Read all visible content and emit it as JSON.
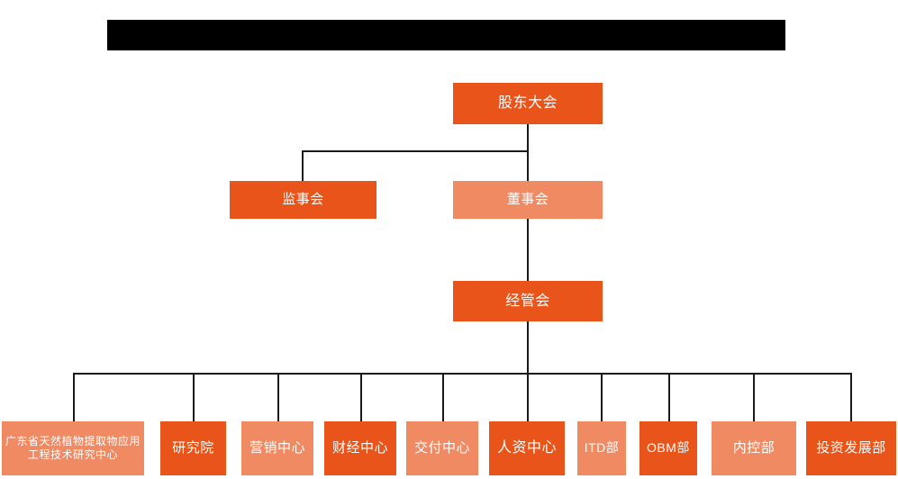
{
  "page": {
    "title_bar": {
      "name": "redacted-title-bar",
      "text": "",
      "color": "#000000"
    },
    "background": "#ffffff"
  },
  "theme": {
    "accent_dark": "#E8541A",
    "accent_light": "#EF8A63",
    "connector": "#1a1a1a",
    "node_text": "#ffffff"
  },
  "chart_data": {
    "type": "diagram",
    "subtype": "organization-chart",
    "title": "",
    "orientation": "top-down",
    "levels": 4,
    "nodes": [
      {
        "id": "shareholders",
        "label": "股东大会",
        "level": 0,
        "tone": "dark"
      },
      {
        "id": "supervisors",
        "label": "监事会",
        "level": 1,
        "tone": "dark"
      },
      {
        "id": "directors",
        "label": "董事会",
        "level": 1,
        "tone": "light"
      },
      {
        "id": "management",
        "label": "经管会",
        "level": 2,
        "tone": "dark"
      },
      {
        "id": "eng-center",
        "label": "广东省天然植物提取物应用工程技术研究中心",
        "level": 3,
        "tone": "light"
      },
      {
        "id": "research-inst",
        "label": "研究院",
        "level": 3,
        "tone": "dark"
      },
      {
        "id": "marketing",
        "label": "营销中心",
        "level": 3,
        "tone": "light"
      },
      {
        "id": "finance",
        "label": "财经中心",
        "level": 3,
        "tone": "dark"
      },
      {
        "id": "delivery",
        "label": "交付中心",
        "level": 3,
        "tone": "light"
      },
      {
        "id": "hr",
        "label": "人资中心",
        "level": 3,
        "tone": "dark"
      },
      {
        "id": "itd",
        "label": "ITD部",
        "level": 3,
        "tone": "light"
      },
      {
        "id": "obm",
        "label": "OBM部",
        "level": 3,
        "tone": "dark"
      },
      {
        "id": "internal-ctrl",
        "label": "内控部",
        "level": 3,
        "tone": "light"
      },
      {
        "id": "investment",
        "label": "投资发展部",
        "level": 3,
        "tone": "dark"
      }
    ],
    "edges": [
      {
        "from": "shareholders",
        "to": "supervisors"
      },
      {
        "from": "shareholders",
        "to": "directors"
      },
      {
        "from": "directors",
        "to": "management"
      },
      {
        "from": "management",
        "to": "eng-center"
      },
      {
        "from": "management",
        "to": "research-inst"
      },
      {
        "from": "management",
        "to": "marketing"
      },
      {
        "from": "management",
        "to": "finance"
      },
      {
        "from": "management",
        "to": "delivery"
      },
      {
        "from": "management",
        "to": "hr"
      },
      {
        "from": "management",
        "to": "itd"
      },
      {
        "from": "management",
        "to": "obm"
      },
      {
        "from": "management",
        "to": "internal-ctrl"
      },
      {
        "from": "management",
        "to": "investment"
      }
    ]
  }
}
